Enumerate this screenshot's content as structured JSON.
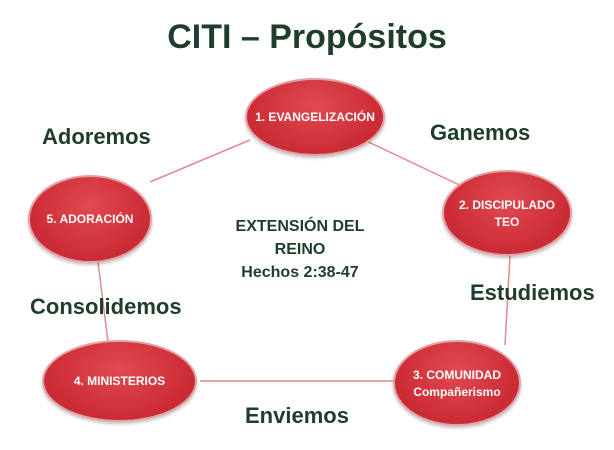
{
  "title": "CITI – Propósitos",
  "center": {
    "line1": "EXTENSIÓN DEL",
    "line2": "REINO",
    "line3": "Hechos 2:38-47"
  },
  "nodes": [
    {
      "label": "1. EVANGELIZACIÓN",
      "sub": ""
    },
    {
      "label": "2. DISCIPULADO",
      "sub": "TEO"
    },
    {
      "label": "3. COMUNIDAD",
      "sub": "Compañerismo"
    },
    {
      "label": "4. MINISTERIOS",
      "sub": ""
    },
    {
      "label": "5. ADORACIÓN",
      "sub": ""
    }
  ],
  "edges": {
    "ganemos": "Ganemos",
    "estudiemos": "Estudiemos",
    "enviemos": "Enviemos",
    "consolidemos": "Consolidemos",
    "adoremos": "Adoremos"
  },
  "colors": {
    "node_fill": "#cf2f38",
    "connector": "#e08b8f",
    "text_dark": "#1f3d2a"
  }
}
